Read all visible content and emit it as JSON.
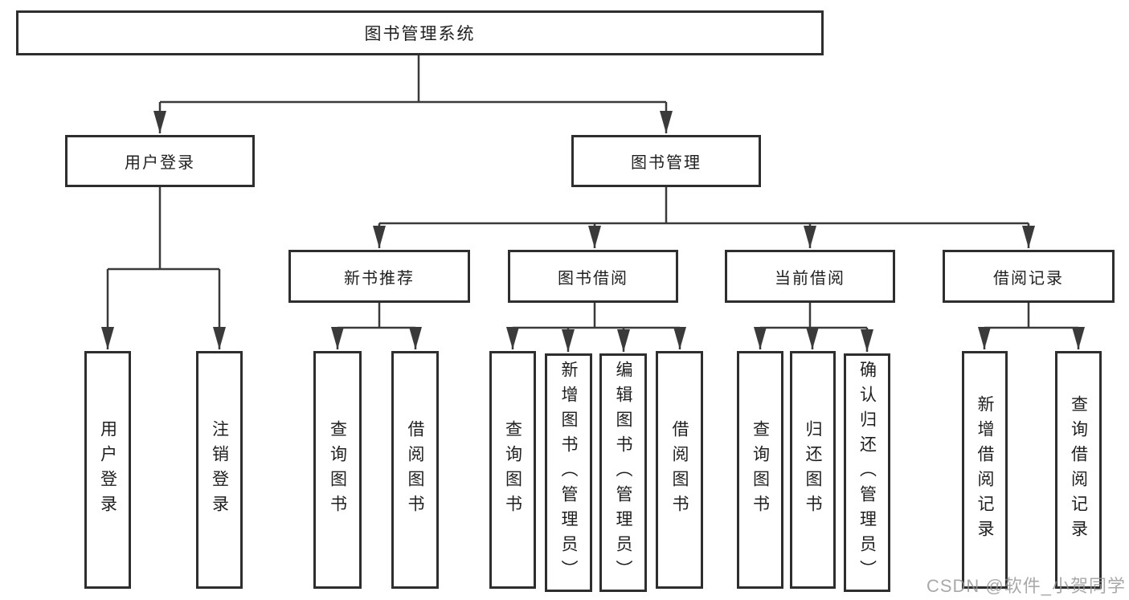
{
  "diagram": {
    "title": "图书管理系统",
    "type": "hierarchy-tree",
    "root": "图书管理系统",
    "level2": [
      "用户登录",
      "图书管理"
    ],
    "level3": [
      "新书推荐",
      "图书借阅",
      "当前借阅",
      "借阅记录"
    ],
    "leaves": {
      "user": [
        "用户登录",
        "注销登录"
      ],
      "recommend": [
        "查询图书",
        "借阅图书"
      ],
      "borrow": [
        "查询图书",
        "新增图书（管理员）",
        "编辑图书（管理员）",
        "借阅图书"
      ],
      "current": [
        "查询图书",
        "归还图书",
        "确认归还（管理员）"
      ],
      "records": [
        "新增借阅记录",
        "查询借阅记录"
      ]
    },
    "hierarchy": {
      "图书管理系统": {
        "用户登录": [
          "用户登录",
          "注销登录"
        ],
        "图书管理": {
          "新书推荐": [
            "查询图书",
            "借阅图书"
          ],
          "图书借阅": [
            "查询图书",
            "新增图书（管理员）",
            "编辑图书（管理员）",
            "借阅图书"
          ],
          "当前借阅": [
            "查询图书",
            "归还图书",
            "确认归还（管理员）"
          ],
          "借阅记录": [
            "新增借阅记录",
            "查询借阅记录"
          ]
        }
      }
    }
  },
  "watermark": "CSDN @软件_小贺同学",
  "colors": {
    "background": "#ffffff",
    "box_border": "#2e2e2e",
    "connector_line": "#3a3a3a",
    "text": "#1f1f1f",
    "watermark": "#949494"
  }
}
